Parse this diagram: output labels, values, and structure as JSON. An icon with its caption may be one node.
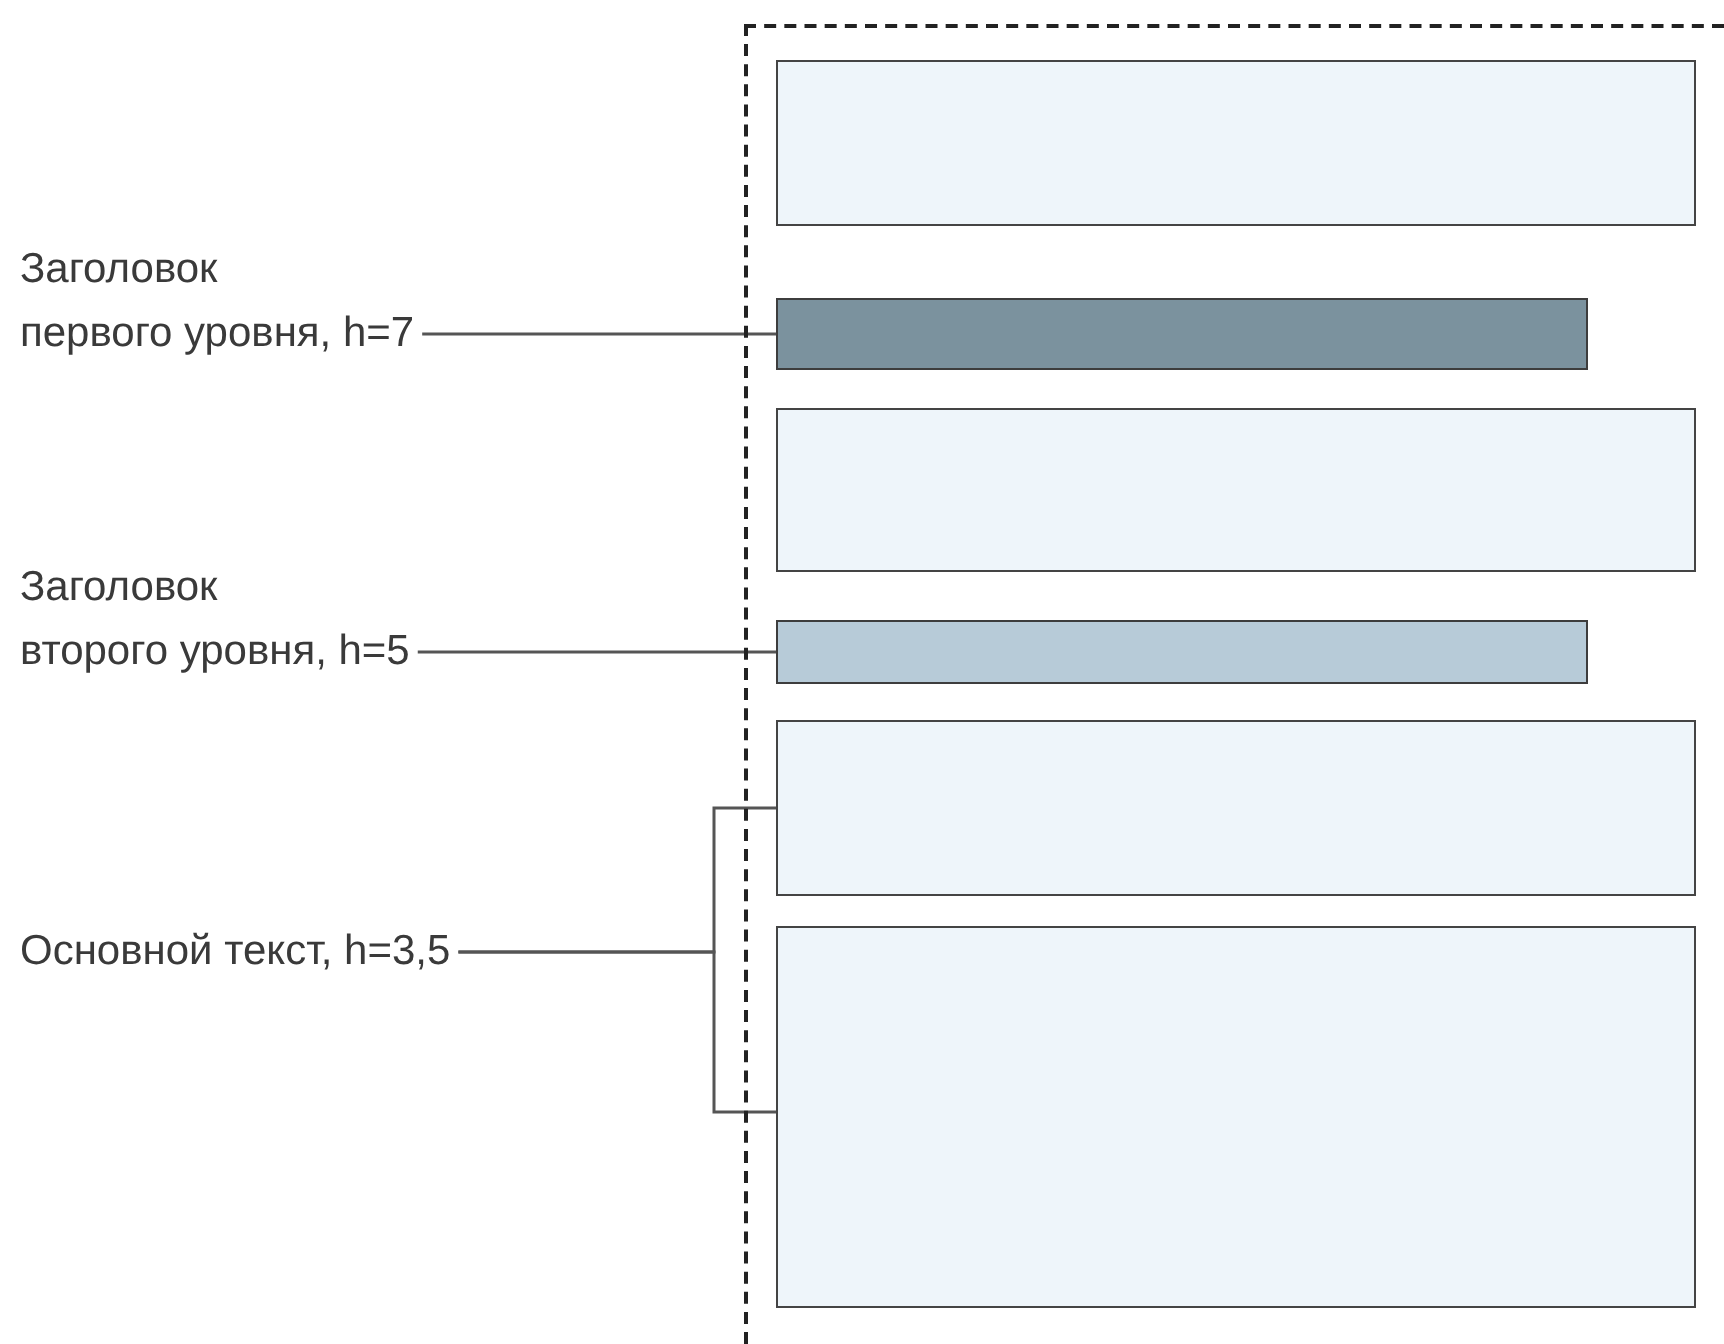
{
  "diagram": {
    "nodes": [
      {
        "text": [],
        "shape": "box"
      },
      {
        "text": [],
        "shape": "box",
        "in": 0
      },
      {
        "text": [],
        "shape": "bar",
        "in": 0
      },
      {
        "text": [],
        "shape": "box",
        "in": 0
      },
      {
        "text": [],
        "shape": "bar",
        "in": 0
      },
      {
        "text": [],
        "shape": "box",
        "in": 0
      },
      {
        "text": [],
        "shape": "box",
        "in": 0
      },
      {
        "text": [
          "Заголовок первого уровня, h=7"
        ]
      },
      {
        "text": [
          "Заголовок второго уровня, h=5"
        ]
      },
      {
        "text": [
          "Основной текст, h=3,5"
        ]
      }
    ],
    "edges": [
      {
        "from": 7,
        "to": 2,
        "arrow": "none"
      },
      {
        "from": 8,
        "to": 4,
        "arrow": "none"
      },
      {
        "from": 9,
        "to": 5,
        "arrow": "none"
      },
      {
        "from": 9,
        "to": 6,
        "arrow": "none"
      }
    ]
  }
}
